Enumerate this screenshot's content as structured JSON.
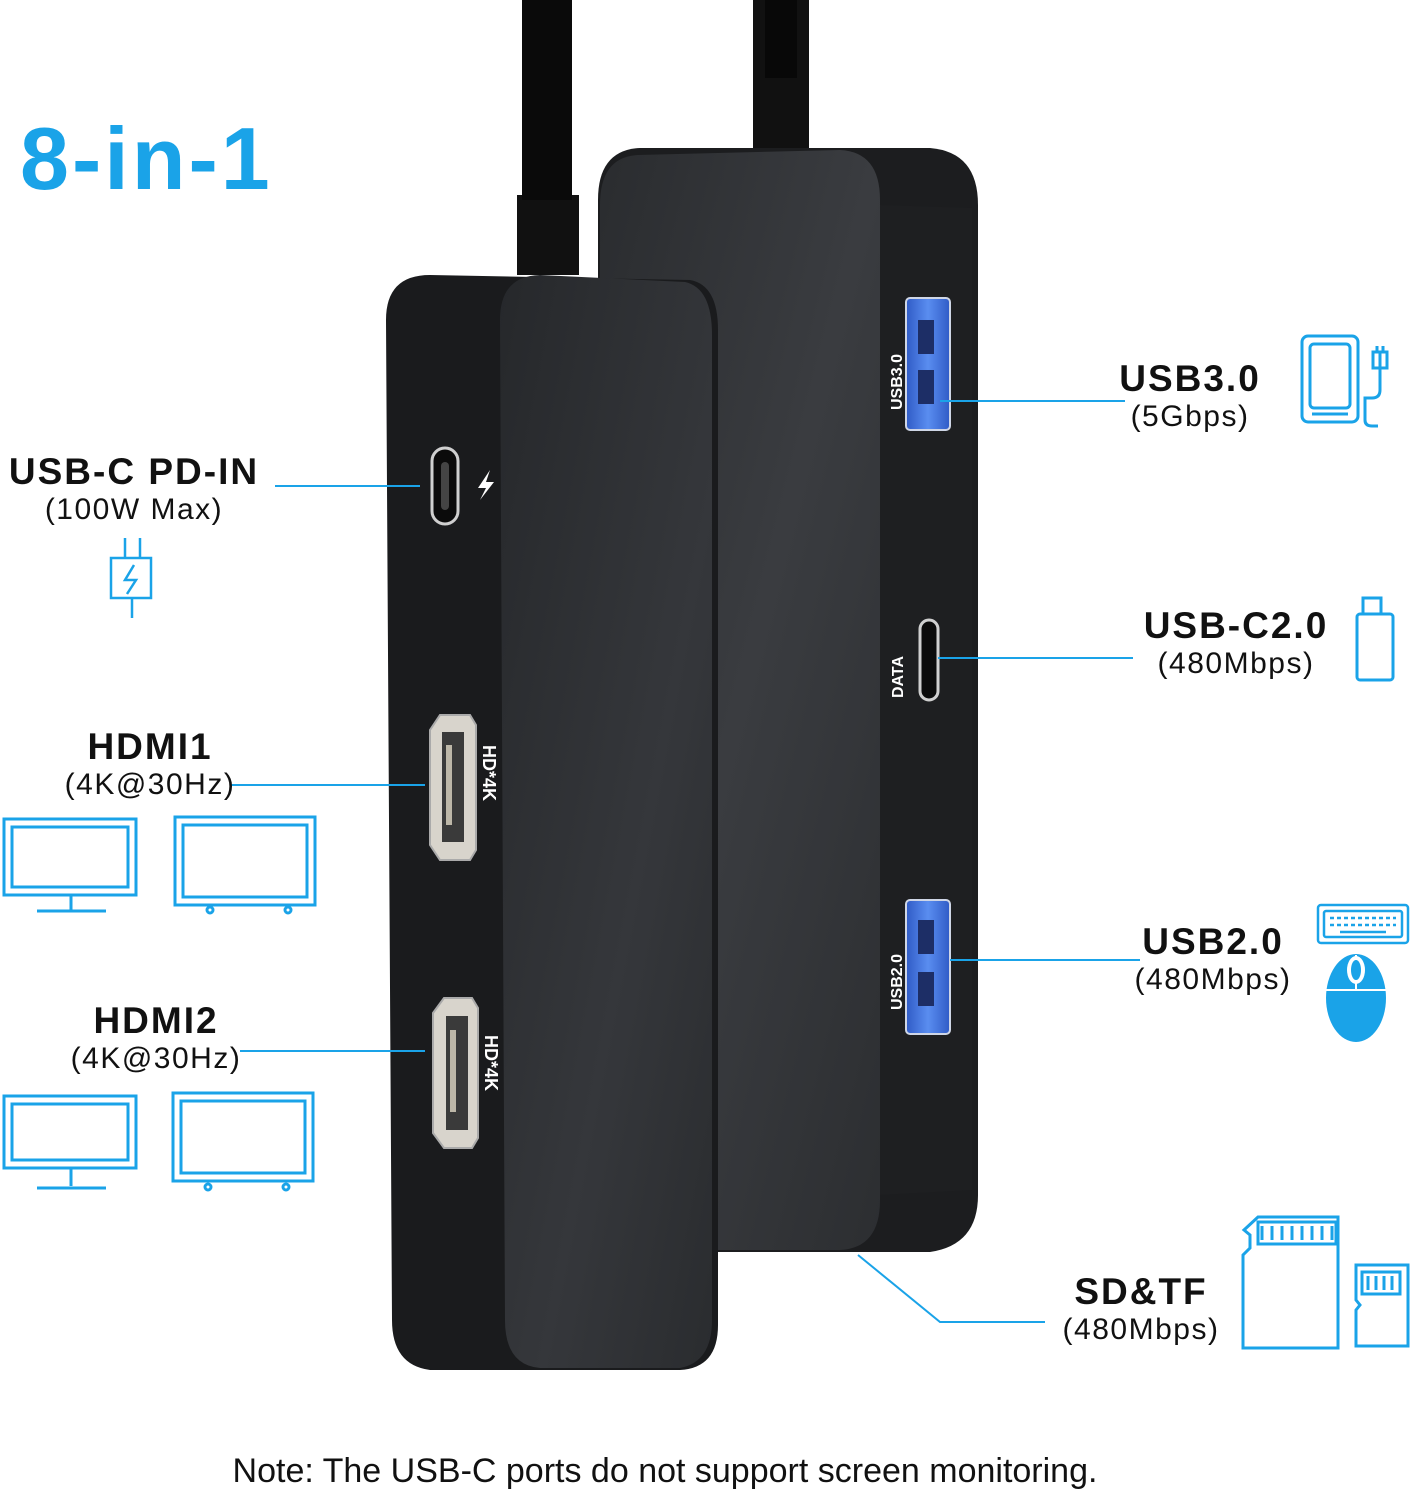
{
  "title": "8-in-1",
  "ports": {
    "usb_c_pd": {
      "name": "USB-C PD-IN",
      "spec": "(100W Max)"
    },
    "hdmi1": {
      "name": "HDMI1",
      "spec": "(4K@30Hz)"
    },
    "hdmi2": {
      "name": "HDMI2",
      "spec": "(4K@30Hz)"
    },
    "usb3": {
      "name": "USB3.0",
      "spec": "(5Gbps)"
    },
    "usb_c2": {
      "name": "USB-C2.0",
      "spec": "(480Mbps)"
    },
    "usb2": {
      "name": "USB2.0",
      "spec": "(480Mbps)"
    },
    "sdtf": {
      "name": "SD&TF",
      "spec": "(480Mbps)"
    }
  },
  "device_markings": {
    "hdmi1_tag": "HD*4K",
    "hdmi2_tag": "HD*4K",
    "usb3_tag": "USB3.0",
    "data_tag": "DATA",
    "usb2_tag": "USB2.0"
  },
  "note": "Note: The USB-C ports do not support screen monitoring.",
  "colors": {
    "accent": "#1aa3e8",
    "device": "#2b2d30",
    "usb_blue": "#3f6fd8"
  },
  "icons": [
    "power-plug-icon",
    "monitor-icon",
    "tv-icon",
    "external-drive-icon",
    "usb-flash-drive-icon",
    "keyboard-icon",
    "mouse-icon",
    "sd-card-icon",
    "tf-card-icon",
    "thunderbolt-icon"
  ]
}
